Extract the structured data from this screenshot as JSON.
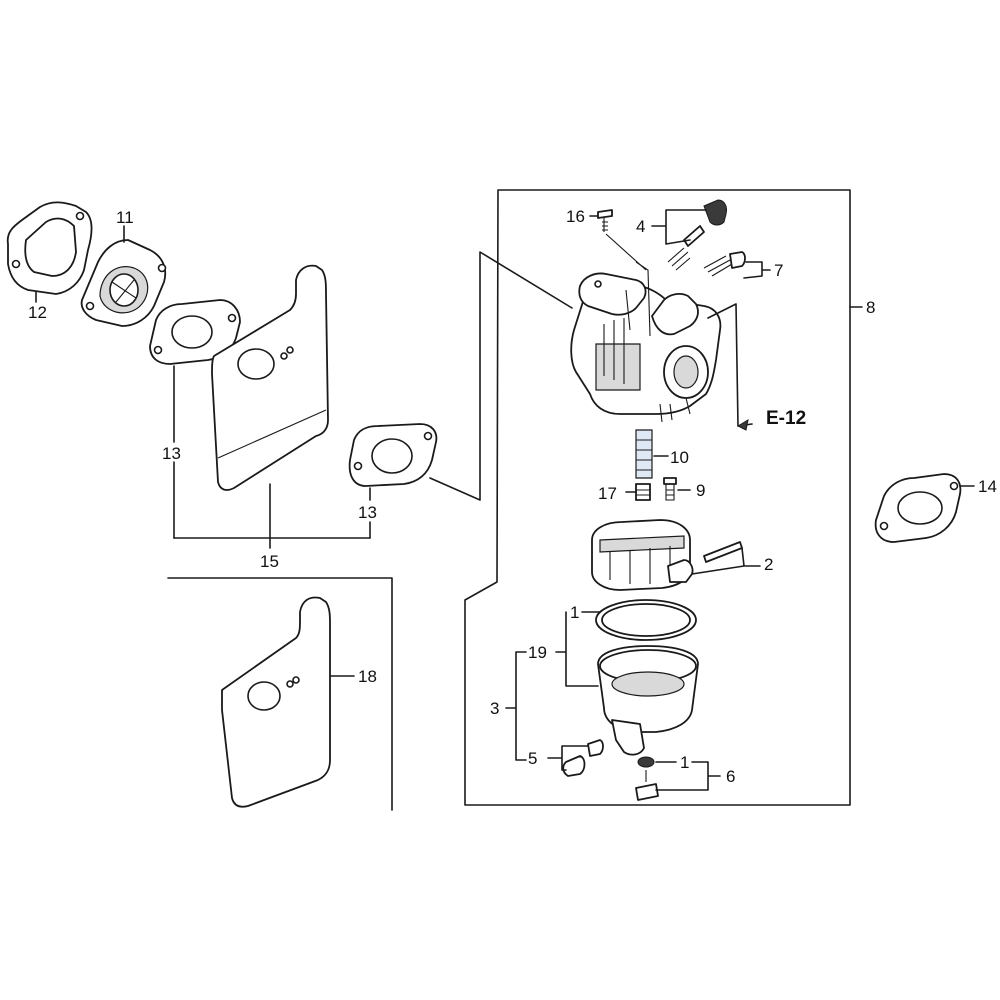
{
  "callouts": {
    "c1a": "1",
    "c1b": "1",
    "c2": "2",
    "c3": "3",
    "c4": "4",
    "c5": "5",
    "c6": "6",
    "c7": "7",
    "c8": "8",
    "c9": "9",
    "c10": "10",
    "c11": "11",
    "c12": "12",
    "c13a": "13",
    "c13b": "13",
    "c14": "14",
    "c15": "15",
    "c16": "16",
    "c17": "17",
    "c18": "18",
    "c19": "19"
  },
  "reference": "E-12"
}
